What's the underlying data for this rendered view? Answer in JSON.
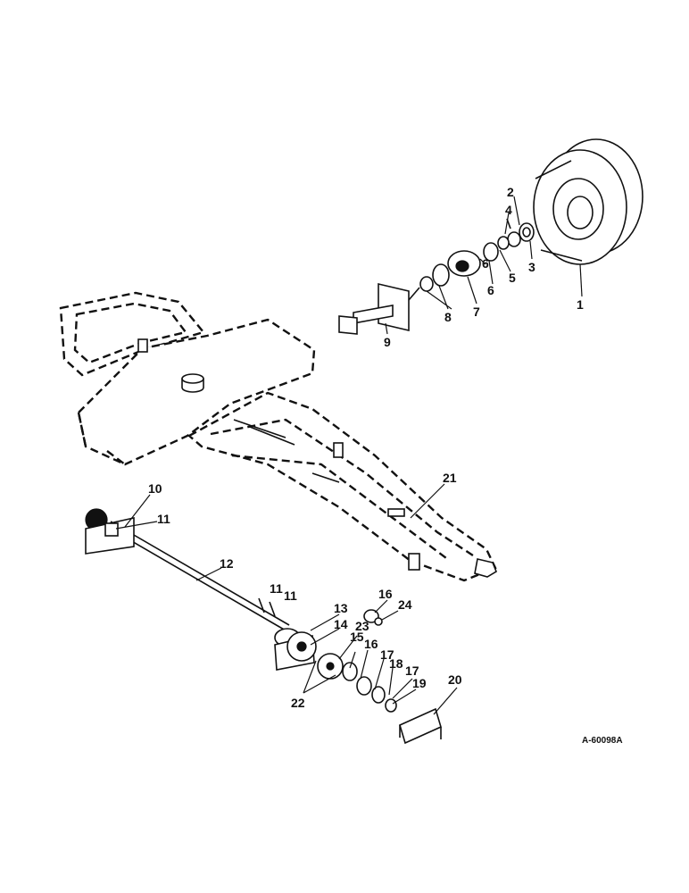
{
  "diagram": {
    "reference_code": "A-60098A",
    "parts": [
      {
        "label": "1"
      },
      {
        "label": "2"
      },
      {
        "label": "3"
      },
      {
        "label": "4"
      },
      {
        "label": "5"
      },
      {
        "label": "6"
      },
      {
        "label": "6"
      },
      {
        "label": "7"
      },
      {
        "label": "8"
      },
      {
        "label": "9"
      },
      {
        "label": "10"
      },
      {
        "label": "11"
      },
      {
        "label": "11"
      },
      {
        "label": "11"
      },
      {
        "label": "12"
      },
      {
        "label": "13"
      },
      {
        "label": "14"
      },
      {
        "label": "15"
      },
      {
        "label": "16"
      },
      {
        "label": "16"
      },
      {
        "label": "17"
      },
      {
        "label": "17"
      },
      {
        "label": "18"
      },
      {
        "label": "19"
      },
      {
        "label": "20"
      },
      {
        "label": "21"
      },
      {
        "label": "22"
      },
      {
        "label": "23"
      },
      {
        "label": "24"
      }
    ]
  }
}
